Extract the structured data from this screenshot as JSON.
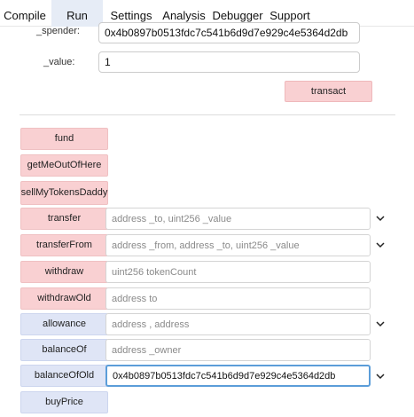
{
  "tabs": [
    {
      "label": "Compile",
      "active": false
    },
    {
      "label": "Run",
      "active": true
    },
    {
      "label": "Settings",
      "active": false
    },
    {
      "label": "Analysis",
      "active": false
    },
    {
      "label": "Debugger",
      "active": false
    },
    {
      "label": "Support",
      "active": false
    }
  ],
  "params": {
    "spender_label": "_spender:",
    "spender_value": "0x4b0897b0513fdc7c541b6d9d7e929c4e5364d2db",
    "value_label": "_value:",
    "value_value": "1"
  },
  "transact_label": "transact",
  "functions": [
    {
      "label": "fund",
      "type": "payable",
      "placeholder": "",
      "value": "",
      "has_input": false
    },
    {
      "label": "getMeOutOfHere",
      "type": "payable",
      "placeholder": "",
      "value": "",
      "has_input": false
    },
    {
      "label": "sellMyTokensDaddy",
      "type": "payable",
      "placeholder": "",
      "value": "",
      "has_input": false
    },
    {
      "label": "transfer",
      "type": "payable",
      "placeholder": "address _to, uint256 _value",
      "value": "",
      "has_input": true
    },
    {
      "label": "transferFrom",
      "type": "payable",
      "placeholder": "address _from, address _to, uint256 _value",
      "value": "",
      "has_input": true
    },
    {
      "label": "withdraw",
      "type": "payable",
      "placeholder": "uint256 tokenCount",
      "value": "",
      "has_input": true
    },
    {
      "label": "withdrawOld",
      "type": "payable",
      "placeholder": "address to",
      "value": "",
      "has_input": true
    },
    {
      "label": "allowance",
      "type": "constant",
      "placeholder": "address , address",
      "value": "",
      "has_input": true
    },
    {
      "label": "balanceOf",
      "type": "constant",
      "placeholder": "address _owner",
      "value": "",
      "has_input": true
    },
    {
      "label": "balanceOfOld",
      "type": "constant",
      "placeholder": "",
      "value": "0x4b0897b0513fdc7c541b6d9d7e929c4e5364d2db",
      "has_input": true
    },
    {
      "label": "buyPrice",
      "type": "constant",
      "placeholder": "",
      "value": "",
      "has_input": false
    }
  ],
  "icons": {
    "expand": "chevron-down-icon"
  },
  "colors": {
    "payable_button": "#f9d0d2",
    "constant_button": "#dfe5f6",
    "active_tab": "#e6ecf6",
    "focus_border": "#5b9dd9"
  }
}
